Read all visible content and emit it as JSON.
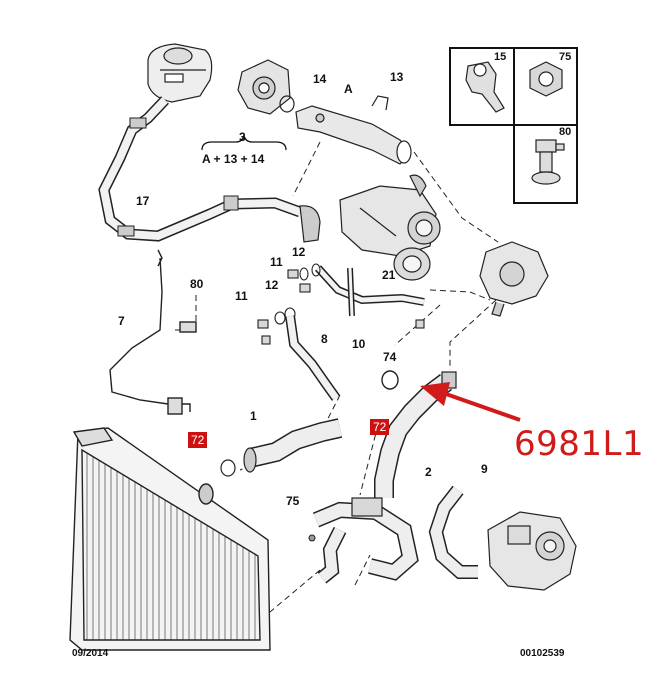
{
  "labels": {
    "l14": "14",
    "lA": "A",
    "l13": "13",
    "l3": "3",
    "lformula": "A + 13 + 14",
    "l17": "17",
    "l12a": "12",
    "l11a": "11",
    "l21": "21",
    "l80": "80",
    "l11b": "11",
    "l12b": "12",
    "l7": "7",
    "l8": "8",
    "l10": "10",
    "l74": "74",
    "l1": "1",
    "l2": "2",
    "l9": "9",
    "l75": "75"
  },
  "inset": {
    "i15": "15",
    "i75": "75",
    "i80": "80"
  },
  "tags": {
    "left": "72",
    "right": "72"
  },
  "callout": "6981L1",
  "footer": {
    "date": "09/2014",
    "ref": "00102539"
  },
  "colors": {
    "accent": "#cc1111",
    "callout": "#d11a1a",
    "ink": "#111111"
  }
}
